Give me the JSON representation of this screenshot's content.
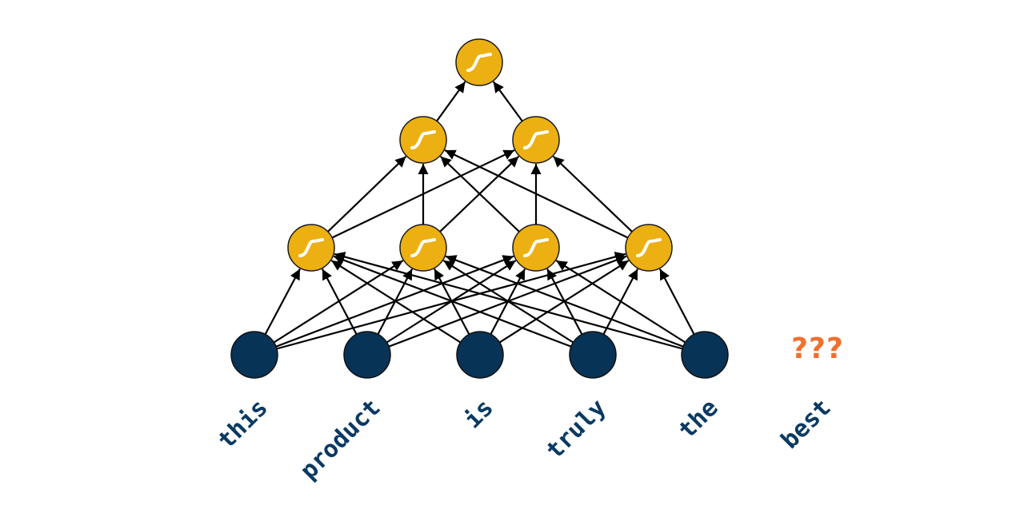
{
  "diagram": {
    "title": "Feed-forward neural network predicting the next word",
    "layers": [
      {
        "name": "input",
        "count": 5,
        "activation": "none"
      },
      {
        "name": "hidden-1",
        "count": 4,
        "activation": "sigmoid"
      },
      {
        "name": "hidden-2",
        "count": 2,
        "activation": "sigmoid"
      },
      {
        "name": "output",
        "count": 1,
        "activation": "sigmoid"
      }
    ],
    "connections": [
      {
        "from": "input",
        "to": "hidden-1",
        "pattern": "fully-connected"
      },
      {
        "from": "hidden-1",
        "to": "hidden-2",
        "pattern": "fully-connected"
      },
      {
        "from": "hidden-2",
        "to": "output",
        "pattern": "fully-connected"
      }
    ],
    "words": [
      "this",
      "product",
      "is",
      "truly",
      "the",
      "best"
    ],
    "prediction_placeholder": "???",
    "colors": {
      "input_node": "#073357",
      "hidden_node": "#ecb012",
      "word_text": "#0a3a63",
      "unknown_text": "#f07030"
    }
  }
}
